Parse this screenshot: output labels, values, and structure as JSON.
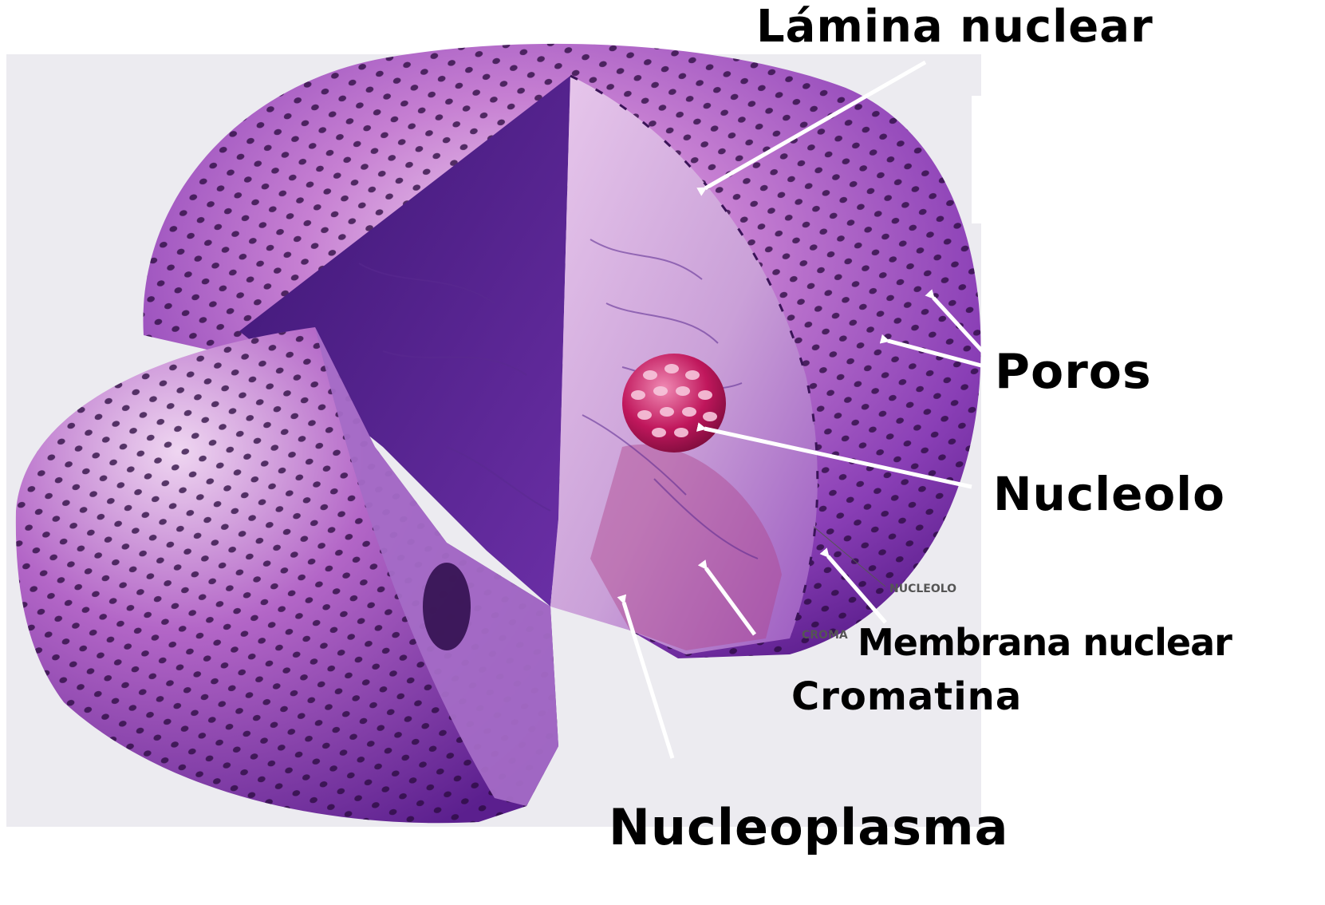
{
  "diagram": {
    "labels": {
      "lamina_nuclear": "Lámina nuclear",
      "poros": "Poros",
      "nucleolo": "Nucleolo",
      "membrana_nuclear": "Membrana nuclear",
      "cromatina": "Cromatina",
      "nucleoplasma": "Nucleoplasma"
    },
    "embedded_labels": {
      "nucleolo": "NUCLEOLO",
      "cromatina": "CROMA"
    }
  },
  "colors": {
    "background": "#ffffff",
    "paper": "#ecebf0",
    "nucleus_dark": "#5a1d8c",
    "nucleus_mid": "#8a3fb6",
    "nucleus_light": "#e4bde6",
    "nucleolus": "#c0175c",
    "arrow": "#ffffff",
    "label_text": "#000000"
  }
}
